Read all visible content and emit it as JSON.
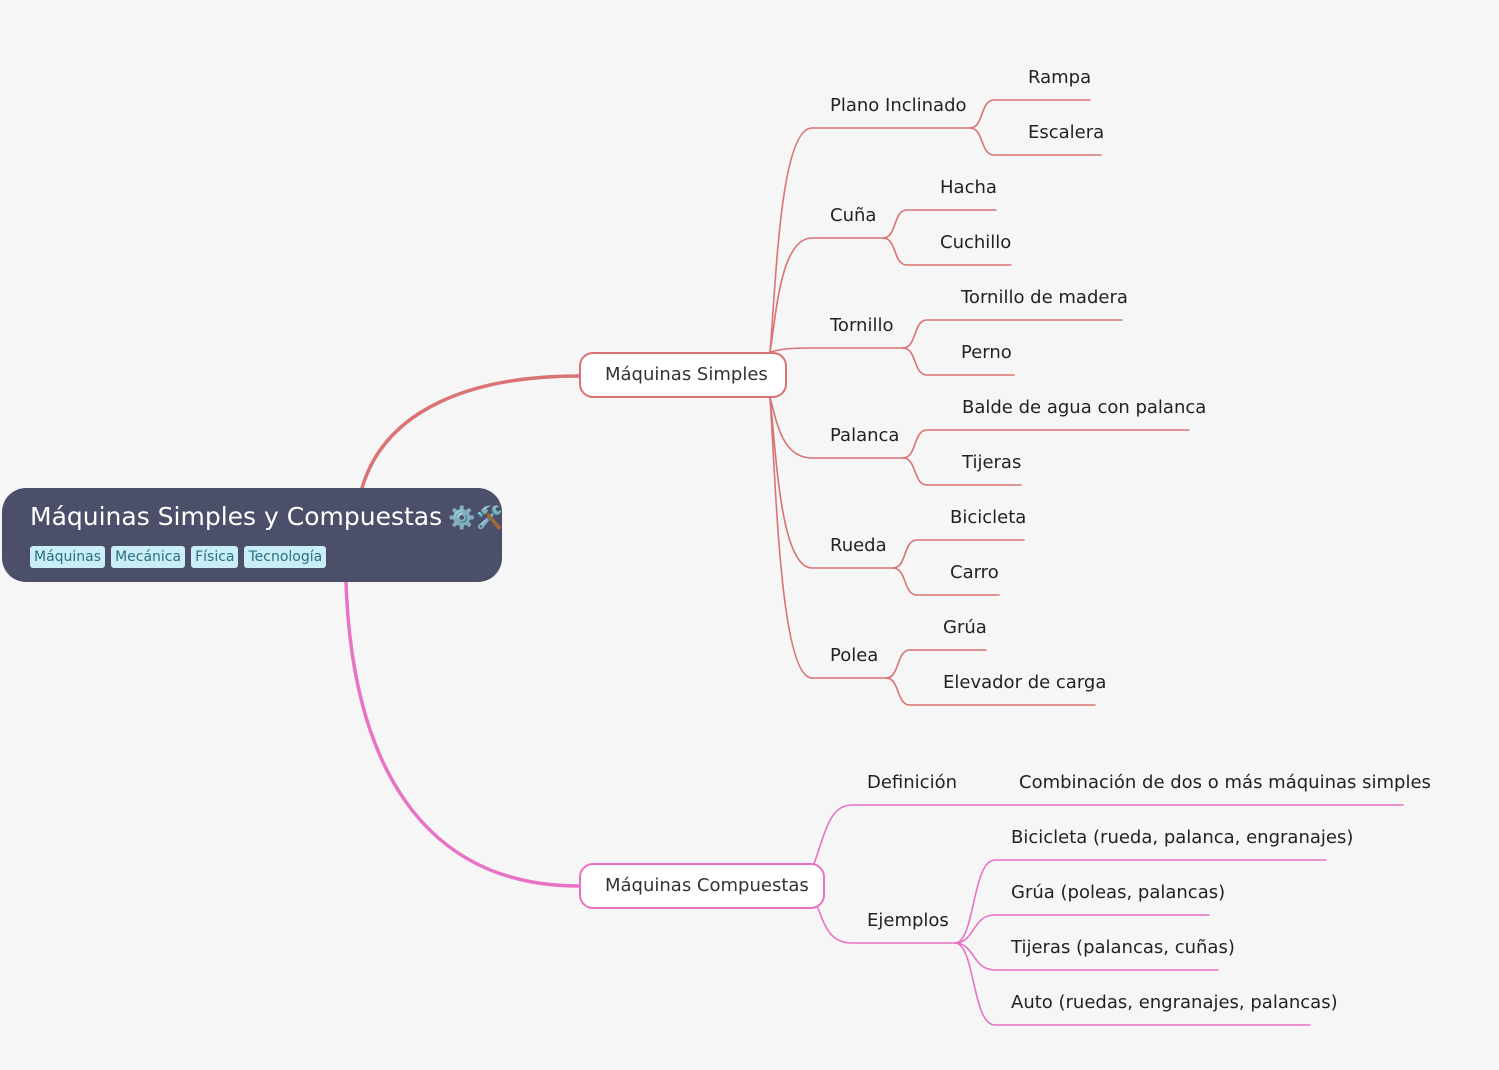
{
  "root": {
    "title": "Máquinas Simples y Compuestas",
    "icons": "⚙️🛠️",
    "tags": [
      "Máquinas",
      "Mecánica",
      "Física",
      "Tecnología"
    ]
  },
  "colors": {
    "root_bg": "#4c4f69",
    "simple_branch": "#d97374",
    "compound_branch": "#e872c6",
    "tag_bg": "#c9eef7",
    "tag_text": "#2a6f86"
  },
  "simple": {
    "label": "Máquinas Simples",
    "children": [
      {
        "label": "Plano Inclinado",
        "children": [
          "Rampa",
          "Escalera"
        ]
      },
      {
        "label": "Cuña",
        "children": [
          "Hacha",
          "Cuchillo"
        ]
      },
      {
        "label": "Tornillo",
        "children": [
          "Tornillo de madera",
          "Perno"
        ]
      },
      {
        "label": "Palanca",
        "children": [
          "Balde de agua con palanca",
          "Tijeras"
        ]
      },
      {
        "label": "Rueda",
        "children": [
          "Bicicleta",
          "Carro"
        ]
      },
      {
        "label": "Polea",
        "children": [
          "Grúa",
          "Elevador de carga"
        ]
      }
    ]
  },
  "compound": {
    "label": "Máquinas Compuestas",
    "children": [
      {
        "label": "Definición",
        "children": [
          "Combinación de dos o más máquinas simples"
        ]
      },
      {
        "label": "Ejemplos",
        "children": [
          "Bicicleta (rueda, palanca, engranajes)",
          "Grúa (poleas, palancas)",
          "Tijeras (palancas, cuñas)",
          "Auto (ruedas, engranajes, palancas)"
        ]
      }
    ]
  }
}
